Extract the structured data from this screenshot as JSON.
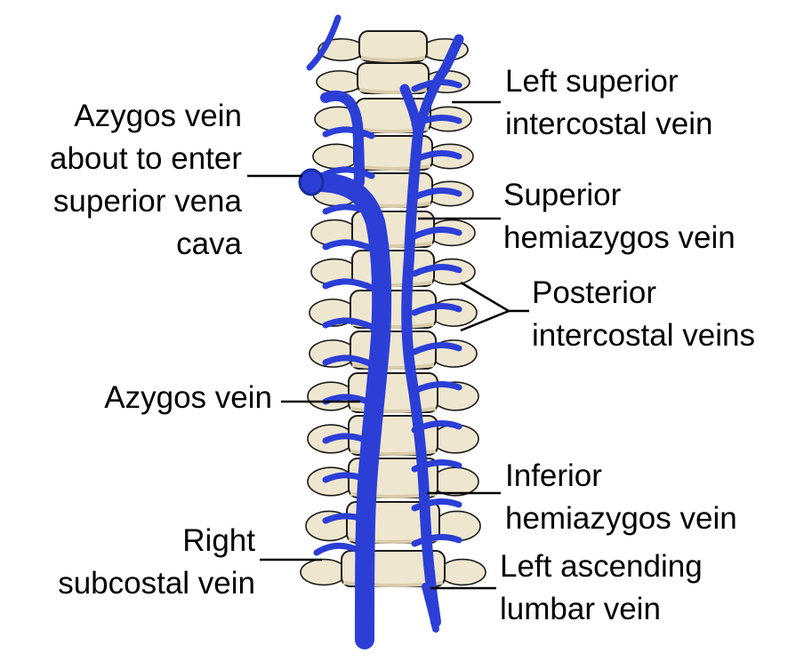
{
  "colors": {
    "vein": "#2b3fd6",
    "vein_dark": "#1a2aa0",
    "bone": "#efe6cf",
    "bone_shade": "#d9ccab",
    "bone_outline": "#1a1a1a",
    "leader": "#000000"
  },
  "labels": {
    "azygos_enter_svc": [
      "Azygos vein",
      "about to enter",
      "superior vena",
      "cava"
    ],
    "left_sup_intercostal": [
      "Left superior",
      "intercostal vein"
    ],
    "sup_hemiazygos": [
      "Superior",
      "hemiazygos vein"
    ],
    "posterior_intercostal": [
      "Posterior",
      "intercostal veins"
    ],
    "azygos": [
      "Azygos vein"
    ],
    "inf_hemiazygos": [
      "Inferior",
      "hemiazygos vein"
    ],
    "right_subcostal": [
      "Right",
      "subcostal vein"
    ],
    "left_asc_lumbar": [
      "Left ascending",
      "lumbar vein"
    ]
  }
}
